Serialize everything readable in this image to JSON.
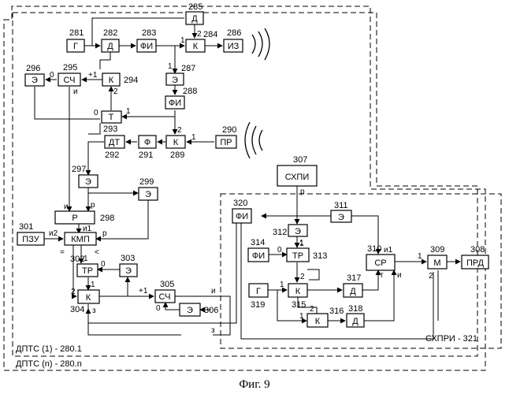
{
  "caption": "Фиг. 9",
  "outer_labels": {
    "dptc_1": "ДПТС (1) - 280.1",
    "dptc_n": "ДПТС (n) - 280.n",
    "schpri": "СХПРИ - 321"
  },
  "blocks": {
    "b281": {
      "text": "Г",
      "num": "281"
    },
    "b282": {
      "text": "Д",
      "num": "282"
    },
    "b283": {
      "text": "ФИ",
      "num": "283"
    },
    "b284": {
      "text": "К",
      "num": "284"
    },
    "b285": {
      "text": "Д",
      "num": "285"
    },
    "b286": {
      "text": "ИЗ",
      "num": "286"
    },
    "b287": {
      "text": "Э",
      "num": "287"
    },
    "b288": {
      "text": "ФИ",
      "num": "288"
    },
    "b289": {
      "text": "К",
      "num": "289"
    },
    "b290": {
      "text": "ПР",
      "num": "290"
    },
    "b291": {
      "text": "Ф",
      "num": "291"
    },
    "b292": {
      "text": "ДТ",
      "num": "292"
    },
    "b293": {
      "text": "Т",
      "num": "293"
    },
    "b294": {
      "text": "К",
      "num": "294"
    },
    "b295": {
      "text": "СЧ",
      "num": "295"
    },
    "b296": {
      "text": "Э",
      "num": "296"
    },
    "b297": {
      "text": "Э",
      "num": "297"
    },
    "b298": {
      "text": "Р",
      "num": "298"
    },
    "b299": {
      "text": "Э",
      "num": "299"
    },
    "b301": {
      "text": "ПЗУ",
      "num": "301"
    },
    "bkmp": {
      "text": "КМП",
      "num": ""
    },
    "b302": {
      "text": "ТР",
      "num": "302"
    },
    "b303": {
      "text": "Э",
      "num": "303"
    },
    "b304": {
      "text": "К",
      "num": "304"
    },
    "b305": {
      "text": "СЧ",
      "num": "305"
    },
    "b306": {
      "text": "Э",
      "num": "306"
    },
    "b307": {
      "text": "СХПИ",
      "num": "307"
    },
    "b308": {
      "text": "ПРД",
      "num": "308"
    },
    "b309": {
      "text": "М",
      "num": "309"
    },
    "b310": {
      "text": "СР",
      "num": "310"
    },
    "b311": {
      "text": "Э",
      "num": "311"
    },
    "b312": {
      "text": "Э",
      "num": "312"
    },
    "b313": {
      "text": "ТР",
      "num": "313"
    },
    "b314": {
      "text": "ФИ",
      "num": "314"
    },
    "b315": {
      "text": "К",
      "num": "315"
    },
    "b316": {
      "text": "К",
      "num": "316"
    },
    "b317": {
      "text": "Д",
      "num": "317"
    },
    "b318": {
      "text": "Д",
      "num": "318"
    },
    "b319": {
      "text": "Г",
      "num": "319"
    },
    "b320": {
      "text": "ФИ",
      "num": "320"
    }
  },
  "pins": {
    "p284_1": "1",
    "p284_2": "2",
    "p287_1": "1",
    "p294_1": "+1",
    "p294_2": "2",
    "p295_0": "0",
    "p295_i": "и",
    "p293_0": "0",
    "p293_1": "1",
    "p289_1": "1",
    "p289_2": "2",
    "p298_i": "и",
    "p298_r": "р",
    "p_kmp_i1": "и1",
    "p_kmp_i2": "и2",
    "p_kmp_r": "р",
    "p_kmp_eq": "=",
    "p_kmp_lt": "<",
    "p302_1": "1",
    "p302_0": "0",
    "p304_1": "1",
    "p304_2": "2",
    "p304_z": "з",
    "p305_p1": "+1",
    "p305_0": "0",
    "p305_i": "и",
    "p306_z": "з",
    "p307_r": "р",
    "p312_1": "1",
    "p313_0": "0",
    "p313_1": "1",
    "p313_2": "2",
    "p315_1": "1",
    "p316_1": "1",
    "p316_2": "2",
    "p310_i1": "и1",
    "p310_t": "т",
    "p310_i": "и",
    "p309_1": "1",
    "p309_2": "2"
  }
}
